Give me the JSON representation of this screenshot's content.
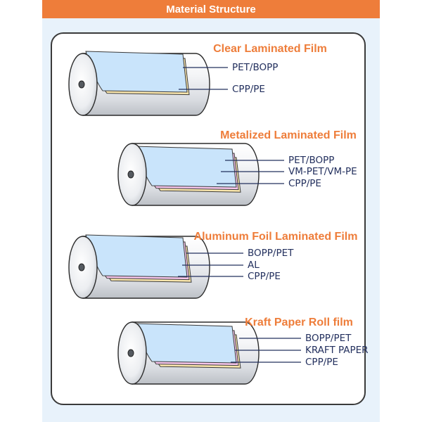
{
  "header": {
    "title": "Material Structure"
  },
  "colors": {
    "accent": "#ee7d3a",
    "label": "#23305e",
    "layer_blue": "#c9e4fb",
    "layer_pink": "#f7c6ec",
    "layer_yellow": "#fbe7ad"
  },
  "films": [
    {
      "title": "Clear Laminated Film",
      "layers": [
        {
          "label": "PET/BOPP",
          "color": "blue"
        },
        {
          "label": "CPP/PE",
          "color": "yellow"
        }
      ]
    },
    {
      "title": "Metalized Laminated Film",
      "layers": [
        {
          "label": "PET/BOPP",
          "color": "blue"
        },
        {
          "label": "VM-PET/VM-PE",
          "color": "pink"
        },
        {
          "label": "CPP/PE",
          "color": "yellow"
        }
      ]
    },
    {
      "title": "Aluminum Foil Laminated Film",
      "layers": [
        {
          "label": "BOPP/PET",
          "color": "blue"
        },
        {
          "label": "AL",
          "color": "pink"
        },
        {
          "label": "CPP/PE",
          "color": "yellow"
        }
      ]
    },
    {
      "title": "Kraft Paper Roll film",
      "layers": [
        {
          "label": "BOPP/PET",
          "color": "blue"
        },
        {
          "label": "KRAFT PAPER",
          "color": "pink"
        },
        {
          "label": "CPP/PE",
          "color": "yellow"
        }
      ]
    }
  ]
}
